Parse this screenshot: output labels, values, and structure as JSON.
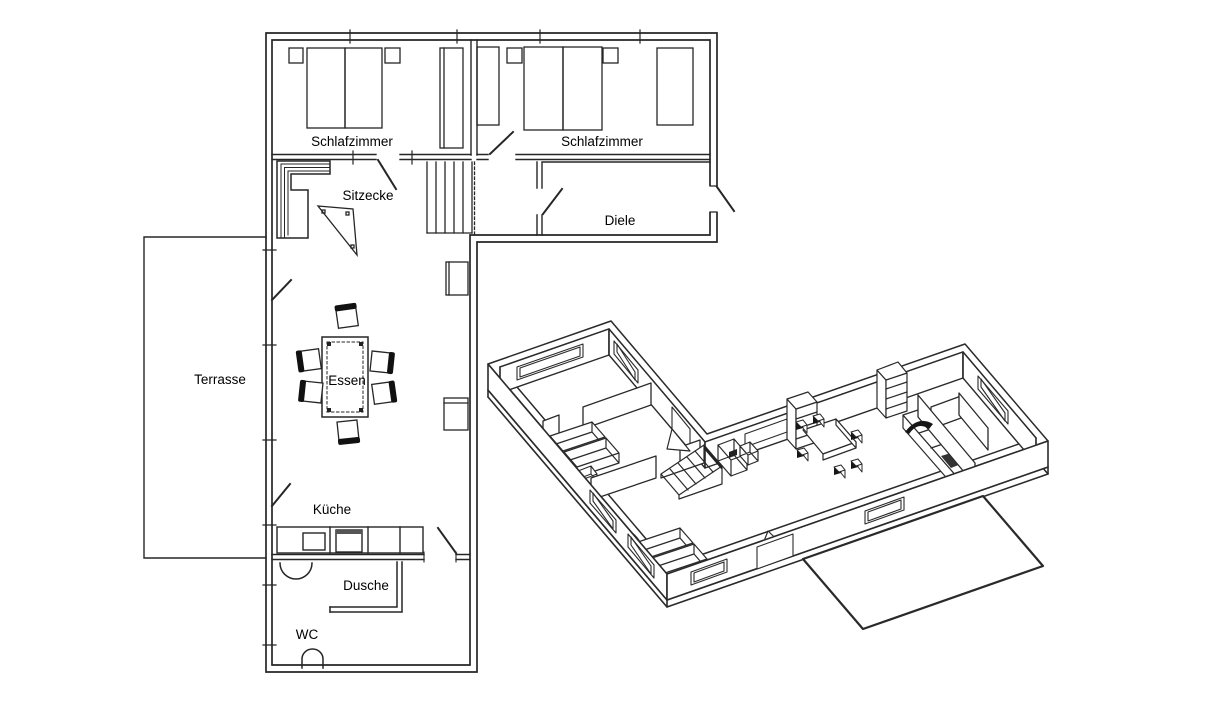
{
  "plan_2d": {
    "rooms": [
      {
        "id": "schlafzimmer-left",
        "label": "Schlafzimmer"
      },
      {
        "id": "schlafzimmer-right",
        "label": "Schlafzimmer"
      },
      {
        "id": "sitzecke",
        "label": "Sitzecke"
      },
      {
        "id": "diele",
        "label": "Diele"
      },
      {
        "id": "terrasse",
        "label": "Terrasse"
      },
      {
        "id": "essen",
        "label": "Essen"
      },
      {
        "id": "kueche",
        "label": "Küche"
      },
      {
        "id": "dusche",
        "label": "Dusche"
      },
      {
        "id": "wc",
        "label": "WC"
      }
    ],
    "line_color": "#262626"
  },
  "plan_3d": {
    "line_color": "#2a2a2a"
  }
}
